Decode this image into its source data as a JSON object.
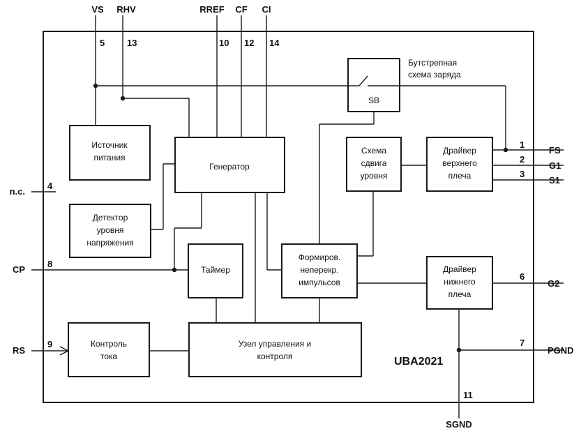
{
  "chip_name": "UBA2021",
  "signals": {
    "vs": "VS",
    "rhv": "RHV",
    "rref": "RREF",
    "cf": "CF",
    "ci": "CI",
    "nc": "n.c.",
    "cp": "CP",
    "rs": "RS",
    "fs": "FS",
    "g1": "G1",
    "s1": "S1",
    "g2": "G2",
    "pgnd": "PGND",
    "sgnd": "SGND"
  },
  "pins": {
    "vs": "5",
    "rhv": "13",
    "rref": "10",
    "cf": "12",
    "ci": "14",
    "nc": "4",
    "cp": "8",
    "rs": "9",
    "fs": "1",
    "g1": "2",
    "s1": "3",
    "g2": "6",
    "pgnd": "7",
    "sgnd": "11"
  },
  "blocks": {
    "power_supply": [
      "Источник",
      "питания"
    ],
    "generator": [
      "Генератор"
    ],
    "voltage_detector": [
      "Детектор",
      "уровня",
      "напряжения"
    ],
    "timer": [
      "Таймер"
    ],
    "current_control": [
      "Контроль",
      "тока"
    ],
    "control_unit": [
      "Узел управления и",
      "контроля"
    ],
    "bootstrap_switch": [
      "SB"
    ],
    "bootstrap_label": [
      "Бутстрепная",
      "схема заряда"
    ],
    "level_shifter": [
      "Схема",
      "сдвига",
      "уровня"
    ],
    "high_driver": [
      "Драйвер",
      "верхнего",
      "плеча"
    ],
    "pulse_former": [
      "Формиров.",
      "неперекр.",
      "импульсов"
    ],
    "low_driver": [
      "Драйвер",
      "нижнего",
      "плеча"
    ]
  }
}
